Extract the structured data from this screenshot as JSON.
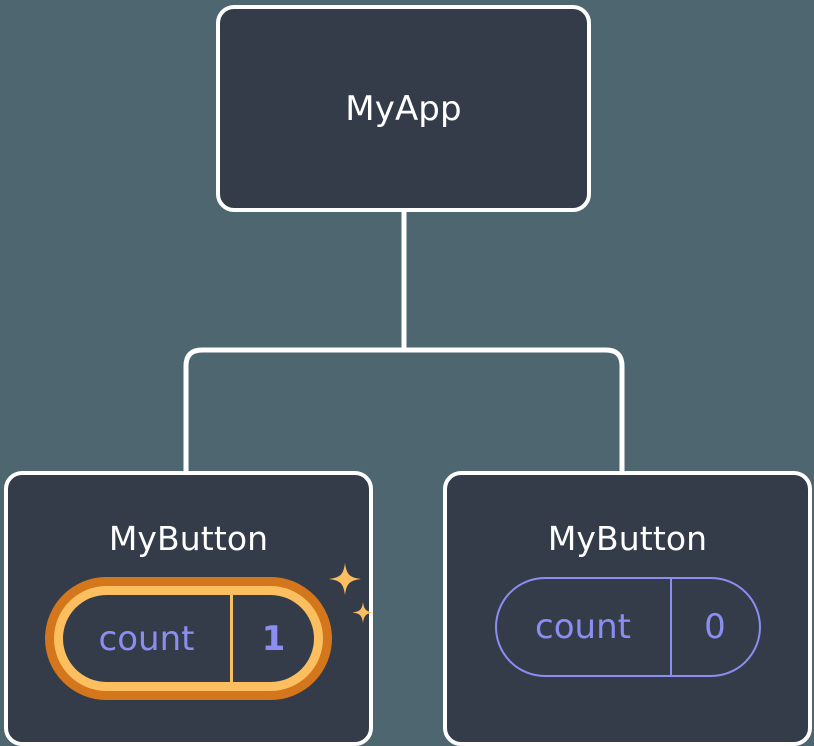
{
  "diagram": {
    "type": "component-tree",
    "title_hidden": true,
    "background_color": "#4d6670",
    "node_fill_color": "#343c4a",
    "node_border_color": "#ffffff",
    "connector_color": "#ffffff",
    "state_text_color": "#8b8ef0",
    "highlight_outer_color": "#d4771c",
    "highlight_inner_color": "#fbbf60",
    "sparkle_color": "#fbbf60"
  },
  "root": {
    "label": "MyApp"
  },
  "children": [
    {
      "label": "MyButton",
      "state": {
        "key": "count",
        "value": "1"
      },
      "highlighted": true,
      "sparkles": true
    },
    {
      "label": "MyButton",
      "state": {
        "key": "count",
        "value": "0"
      },
      "highlighted": false,
      "sparkles": false
    }
  ]
}
